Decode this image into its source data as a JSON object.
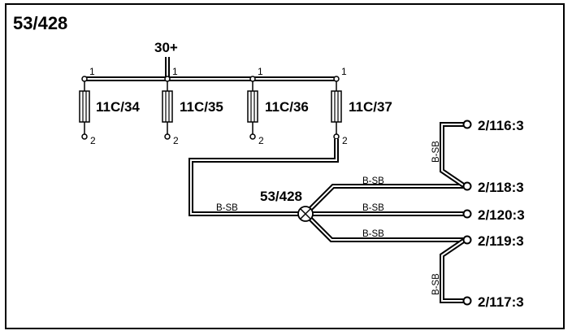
{
  "diagram": {
    "title": "53/428",
    "supply_label": "30+",
    "splice_label": "53/428",
    "fuses": [
      {
        "name": "11C/34",
        "pin_top": "1",
        "pin_bottom": "2"
      },
      {
        "name": "11C/35",
        "pin_top": "1",
        "pin_bottom": "2"
      },
      {
        "name": "11C/36",
        "pin_top": "1",
        "pin_bottom": "2"
      },
      {
        "name": "11C/37",
        "pin_top": "1",
        "pin_bottom": "2"
      }
    ],
    "wire_color": "B-SB",
    "connectors": [
      {
        "label": "2/116:3"
      },
      {
        "label": "2/118:3"
      },
      {
        "label": "2/120:3"
      },
      {
        "label": "2/119:3"
      },
      {
        "label": "2/117:3"
      }
    ],
    "colors": {
      "line": "#000000",
      "background": "#ffffff"
    }
  }
}
